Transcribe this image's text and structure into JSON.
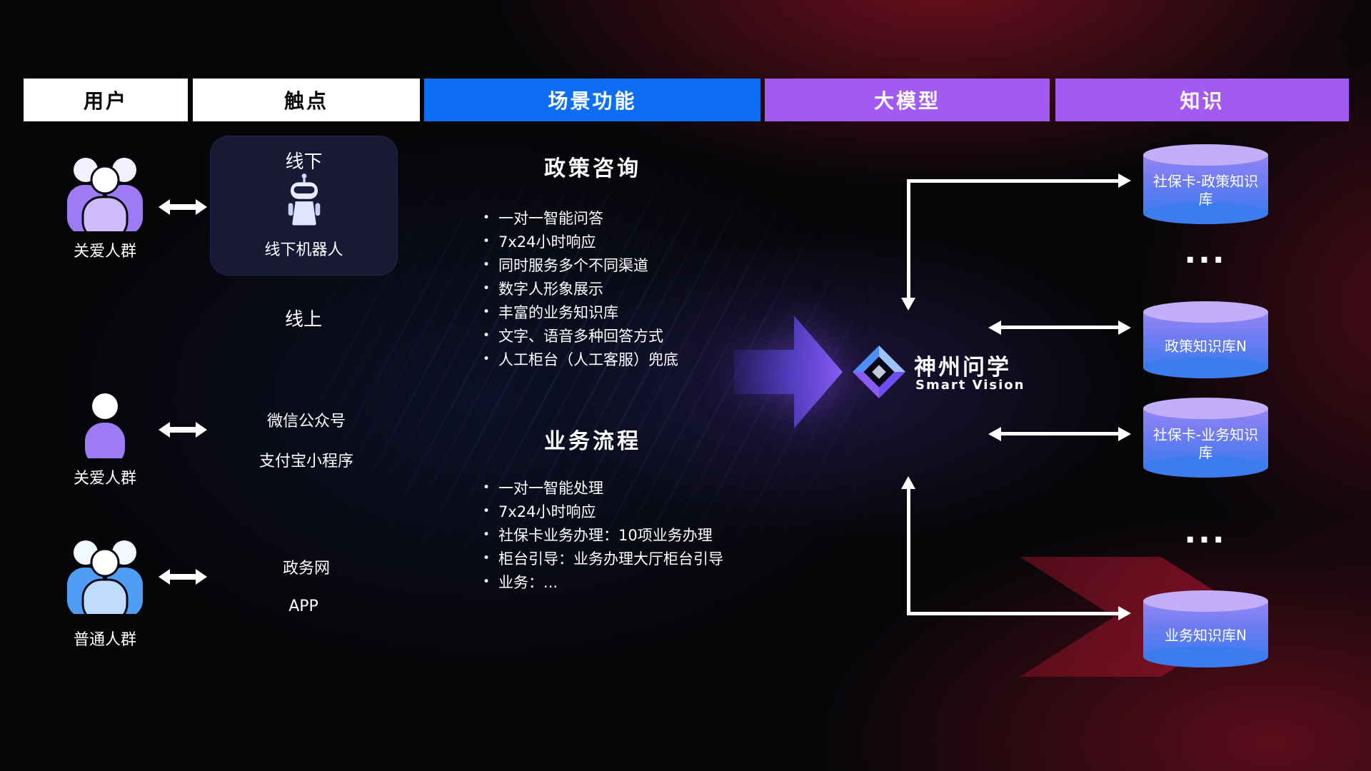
{
  "header": {
    "columns": [
      {
        "label": "用户"
      },
      {
        "label": "触点"
      },
      {
        "label": "场景功能"
      },
      {
        "label": "大模型"
      },
      {
        "label": "知识"
      }
    ]
  },
  "users": {
    "group1": {
      "label": "关爱人群"
    },
    "group2": {
      "label": "关爱人群"
    },
    "group3": {
      "label": "普通人群"
    }
  },
  "touchpoints": {
    "offline_title": "线下",
    "offline_robot": "线下机器人",
    "online_title": "线上",
    "wechat": "微信公众号",
    "alipay": "支付宝小程序",
    "gov": "政务网",
    "app": "APP"
  },
  "scenes": {
    "policy": {
      "title": "政策咨询",
      "items": [
        "一对一智能问答",
        "7x24小时响应",
        "同时服务多个不同渠道",
        "数字人形象展示",
        "丰富的业务知识库",
        "文字、语音多种回答方式",
        "人工柜台（人工客服）兜底"
      ]
    },
    "business": {
      "title": "业务流程",
      "items": [
        "一对一智能处理",
        "7x24小时响应",
        "社保卡业务办理：10项业务办理",
        "柜台引导：业务办理大厅柜台引导",
        "业务：..."
      ]
    }
  },
  "model": {
    "name": "神州问学",
    "subtitle": "Smart Vision"
  },
  "knowledge": {
    "kb1": "社保卡-政策知识库",
    "dots1": "...",
    "kb2": "政策知识库N",
    "kb3": "社保卡-业务知识库",
    "dots2": "...",
    "kb4": "业务知识库N"
  },
  "colors": {
    "header_blue": "#0d6ef5",
    "header_purple": "#a35af2",
    "accent_purple": "#8b5cf6",
    "accent_blue": "#3d7cee",
    "user_purple": "#9d7bf5",
    "user_blue": "#4f9df5",
    "bg_red": "#a3142e"
  }
}
